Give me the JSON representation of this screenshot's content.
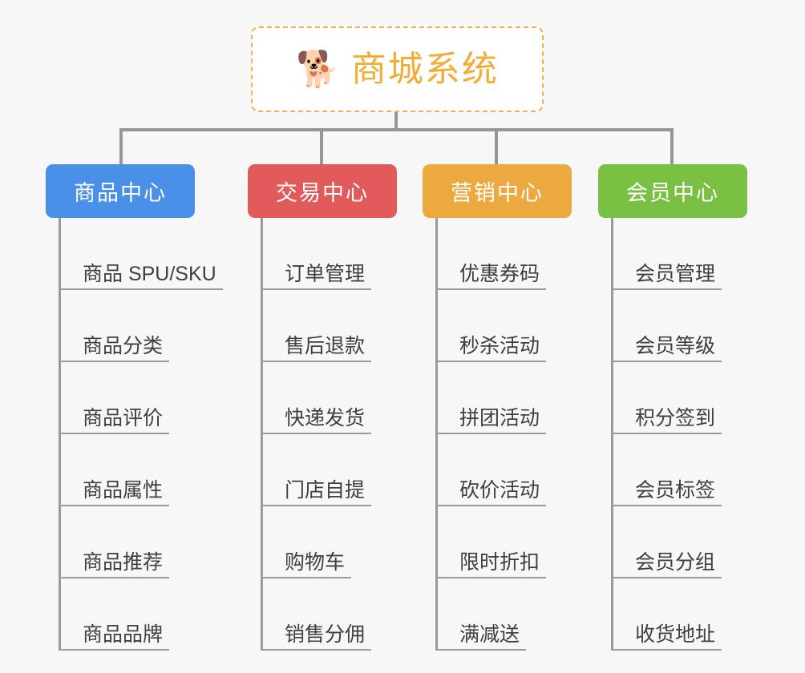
{
  "diagram": {
    "type": "org-chart",
    "background_color": "#f7f7f7",
    "connector_color": "#969696",
    "root": {
      "icon": "dog-face-icon",
      "icon_glyph": "🐕",
      "title": "商城系统",
      "title_color": "#f0ad37",
      "border_color": "#edb24a",
      "border_style": "dashed",
      "background_color": "#ffffff"
    },
    "categories": [
      {
        "label": "商品中心",
        "color": "#4a90e8",
        "text_color": "#ffffff",
        "items": [
          "商品 SPU/SKU",
          "商品分类",
          "商品评价",
          "商品属性",
          "商品推荐",
          "商品品牌"
        ]
      },
      {
        "label": "交易中心",
        "color": "#e15b5b",
        "text_color": "#ffffff",
        "items": [
          "订单管理",
          "售后退款",
          "快递发货",
          "门店自提",
          "购物车",
          "销售分佣"
        ]
      },
      {
        "label": "营销中心",
        "color": "#eca93f",
        "text_color": "#ffffff",
        "items": [
          "优惠券码",
          "秒杀活动",
          "拼团活动",
          "砍价活动",
          "限时折扣",
          "满减送"
        ]
      },
      {
        "label": "会员中心",
        "color": "#7ac143",
        "text_color": "#ffffff",
        "items": [
          "会员管理",
          "会员等级",
          "积分签到",
          "会员标签",
          "会员分组",
          "收货地址"
        ]
      }
    ]
  }
}
